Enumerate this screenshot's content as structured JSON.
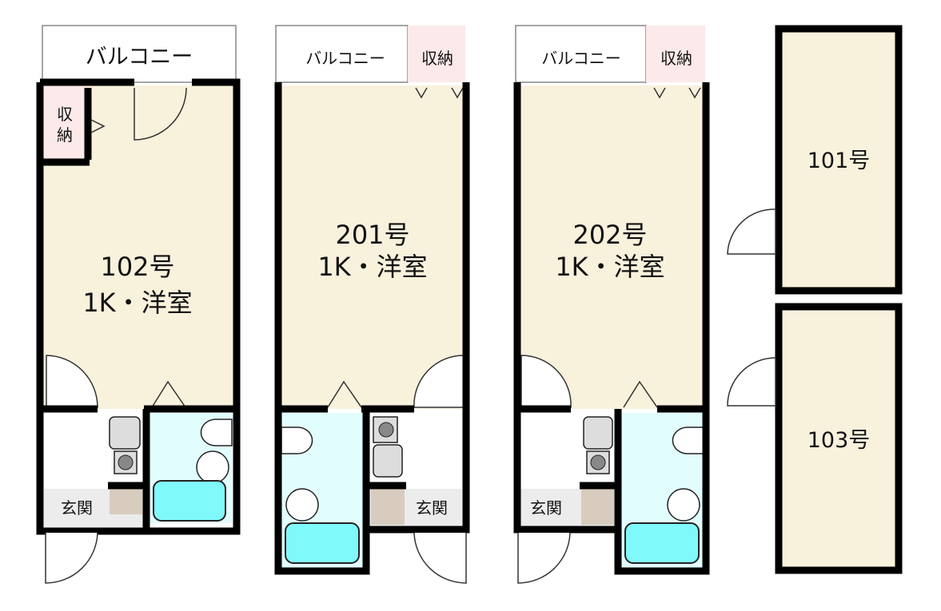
{
  "units": [
    {
      "number": "102号",
      "type": "1K・洋室",
      "balcony": "バルコニー",
      "storage_top": "収",
      "storage_bottom": "納",
      "entrance": "玄関"
    },
    {
      "number": "201号",
      "type": "1K・洋室",
      "balcony": "バルコニー",
      "storage": "収納",
      "entrance": "玄関"
    },
    {
      "number": "202号",
      "type": "1K・洋室",
      "balcony": "バルコニー",
      "storage": "収納",
      "entrance": "玄関"
    },
    {
      "number": "101号"
    },
    {
      "number": "103号"
    }
  ],
  "colors": {
    "room": "#f8f1dc",
    "bath": "#e2fdfd",
    "tub": "#80f9fb",
    "storage": "#fce9e9",
    "entrance": "#ececec"
  }
}
